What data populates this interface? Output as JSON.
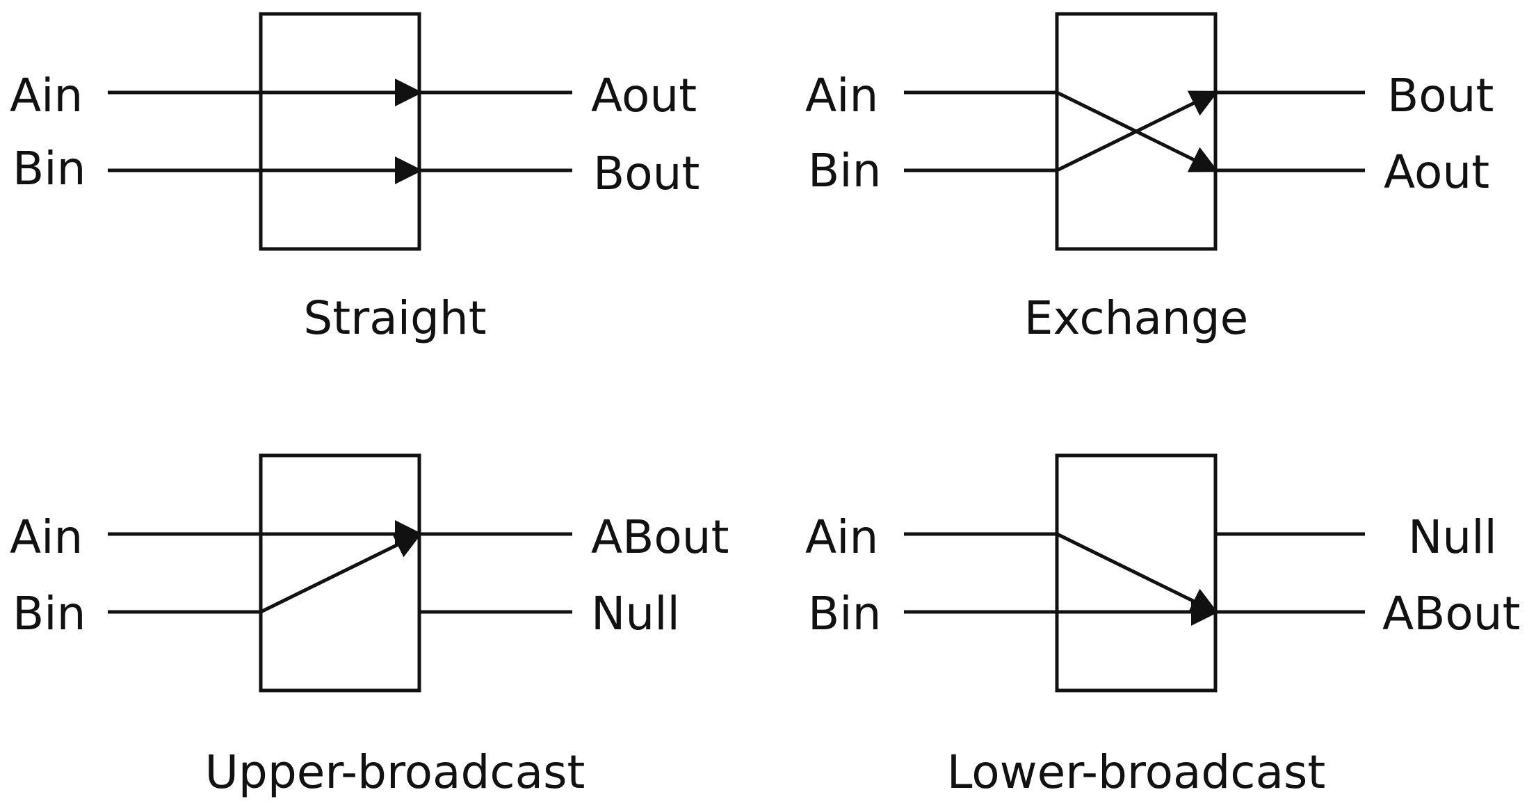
{
  "panels": [
    {
      "caption": "Straight",
      "inputs": [
        "Ain",
        "Bin"
      ],
      "outputs": [
        "Aout",
        "Bout"
      ]
    },
    {
      "caption": "Exchange",
      "inputs": [
        "Ain",
        "Bin"
      ],
      "outputs": [
        "Bout",
        "Aout"
      ]
    },
    {
      "caption": "Upper-broadcast",
      "inputs": [
        "Ain",
        "Bin"
      ],
      "outputs": [
        "ABout",
        "Null"
      ]
    },
    {
      "caption": "Lower-broadcast",
      "inputs": [
        "Ain",
        "Bin"
      ],
      "outputs": [
        "Null",
        "ABout"
      ]
    }
  ]
}
